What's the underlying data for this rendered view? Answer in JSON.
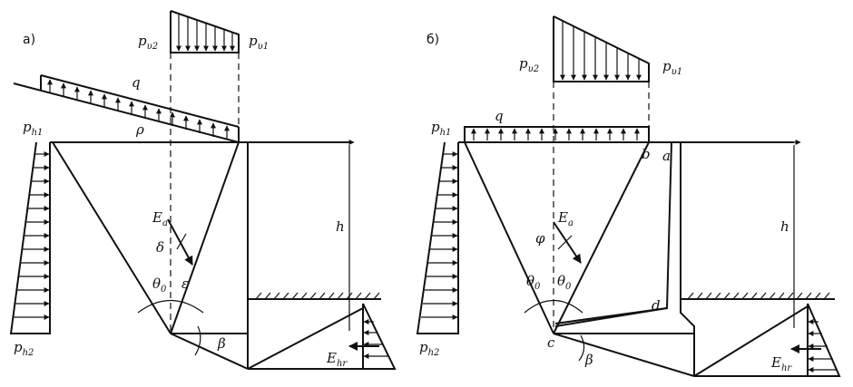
{
  "panels": [
    {
      "id": "a",
      "label": "а)",
      "loads": {
        "pv2": "p",
        "pv2_sub": "υ2",
        "pv1": "p",
        "pv1_sub": "υ1",
        "q": "q"
      },
      "symbols": {
        "ph1": "p",
        "ph1_sub": "h1",
        "ph2": "p",
        "ph2_sub": "h2",
        "rho": "ρ",
        "Ea": "E",
        "Ea_sub": "a",
        "delta": "δ",
        "theta": "θ",
        "theta_sub": "0",
        "eps": "ε",
        "beta": "β",
        "h": "h",
        "Ehr": "E",
        "Ehr_sub": "hr"
      }
    },
    {
      "id": "b",
      "label": "б)",
      "loads": {
        "pv2": "p",
        "pv2_sub": "υ2",
        "pv1": "p",
        "pv1_sub": "υ1",
        "q": "q"
      },
      "symbols": {
        "ph1": "p",
        "ph1_sub": "h1",
        "ph2": "p",
        "ph2_sub": "h2",
        "phi": "φ",
        "Ea": "E",
        "Ea_sub": "a",
        "theta1": "θ",
        "theta1_sub": "0",
        "theta2": "θ",
        "theta2_sub": "0",
        "b": "b",
        "a": "a",
        "d": "d",
        "c": "c",
        "beta": "β",
        "h": "h",
        "Ehr": "E",
        "Ehr_sub": "hr"
      }
    }
  ]
}
